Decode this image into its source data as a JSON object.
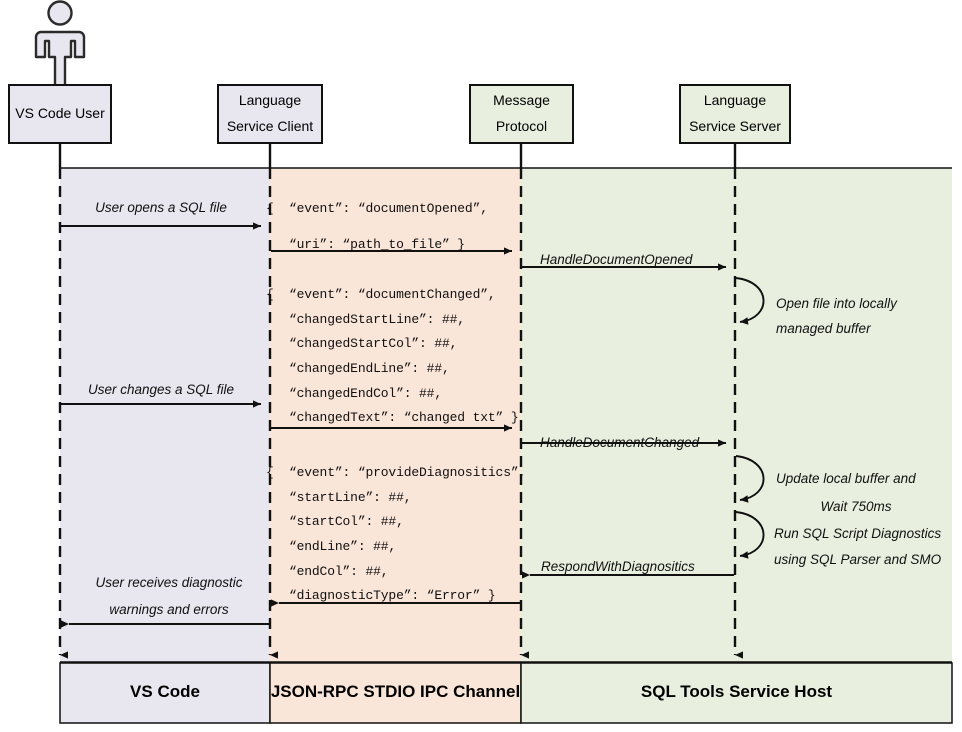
{
  "diagram": {
    "title": "SQL Tools Service sequence diagram",
    "type": "sequence-diagram",
    "colors": {
      "vscode_band": "#E8E6EF",
      "ipc_band": "#FAE6D9",
      "service_band": "#E8EFDF",
      "stroke": "#1a1a1a",
      "actor_fill": "#E8E6EF"
    }
  },
  "actor": {
    "name": "stick-figure-actor"
  },
  "participants": [
    {
      "id": "vs-code-user",
      "line1": "VS Code User",
      "line2": "",
      "fill": "#E8E6EF"
    },
    {
      "id": "language-service-client",
      "line1": "Language",
      "line2": "Service Client",
      "fill": "#E8E6EF"
    },
    {
      "id": "message-protocol",
      "line1": "Message",
      "line2": "Protocol",
      "fill": "#E8EFDF"
    },
    {
      "id": "language-service-server",
      "line1": "Language",
      "line2": "Service Server",
      "fill": "#E8EFDF"
    }
  ],
  "messages": [
    {
      "id": "user-opens-sql-file",
      "label": "User opens a SQL file",
      "direction": "right"
    },
    {
      "id": "handle-document-opened",
      "label": "HandleDocumentOpened",
      "direction": "right"
    },
    {
      "id": "user-changes-sql-file",
      "label": "User changes a SQL file",
      "direction": "right"
    },
    {
      "id": "handle-document-changed",
      "label": "HandleDocumentChanged",
      "direction": "right"
    },
    {
      "id": "respond-with-diagnositics",
      "label": "RespondWithDiagnositics",
      "direction": "left"
    },
    {
      "id": "user-receives-diagnostics",
      "label_line1": "User receives diagnostic",
      "label_line2": "warnings and errors",
      "direction": "left"
    }
  ],
  "self_loops": [
    {
      "id": "open-file-buffer",
      "line1": "Open file into locally",
      "line2": "managed buffer"
    },
    {
      "id": "update-buffer-wait",
      "line1": "Update local buffer and",
      "line2": "Wait 750ms"
    },
    {
      "id": "run-diagnostics",
      "line1": "Run SQL Script Diagnostics",
      "line2": "using SQL Parser and SMO"
    }
  ],
  "payloads": [
    {
      "id": "document-opened-payload",
      "lines": [
        "{  “event”: “documentOpened”,",
        "   “uri”: “path_to_file” }"
      ]
    },
    {
      "id": "document-changed-payload",
      "lines": [
        "{  “event”: “documentChanged”,",
        "   “changedStartLine”: ##,",
        "   “changedStartCol”: ##,",
        "   “changedEndLine”: ##,",
        "   “changedEndCol”: ##,",
        "   “changedText”: “changed txt” }"
      ]
    },
    {
      "id": "provide-diagnositics-payload",
      "lines": [
        "{  “event”: “provideDiagnositics”,",
        "   “startLine”: ##,",
        "   “startCol”: ##,",
        "   “endLine”: ##,",
        "   “endCol”: ##,",
        "   “diagnosticType”: “Error” }"
      ]
    }
  ],
  "bands": [
    {
      "id": "vs-code-band",
      "label": "VS Code",
      "fill": "#E8E6EF"
    },
    {
      "id": "ipc-band",
      "label": "JSON-RPC STDIO IPC Channel",
      "fill": "#FAE6D9"
    },
    {
      "id": "service-host-band",
      "label": "SQL Tools Service Host",
      "fill": "#E8EFDF"
    }
  ]
}
